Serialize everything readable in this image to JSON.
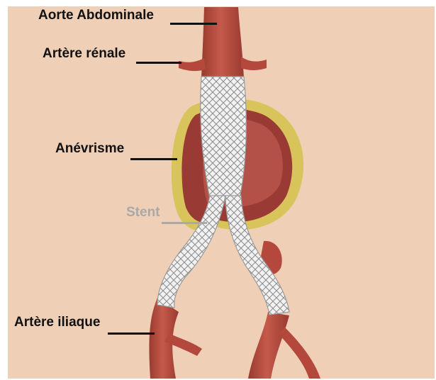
{
  "labels": {
    "aorte": "Aorte Abdominale",
    "renale": "Artère rénale",
    "anevrisme": "Anévrisme",
    "stent": "Stent",
    "iliaque": "Artère iliaque"
  },
  "colors": {
    "background": "#efcfb5",
    "artery": "#b4483c",
    "sac_outer": "#d8c45a",
    "sac_inner": "#9a3a34",
    "stent_mesh": "#e4e4e4",
    "label_text": "#111111",
    "stent_label": "#a9a9a9"
  }
}
